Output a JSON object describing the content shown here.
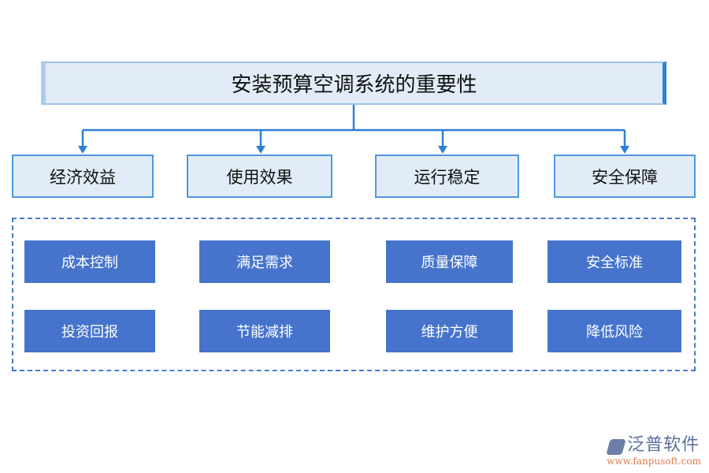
{
  "title": "安装预算空调系统的重要性",
  "categories": [
    {
      "label": "经济效益",
      "items": [
        "成本控制",
        "投资回报"
      ]
    },
    {
      "label": "使用效果",
      "items": [
        "满足需求",
        "节能减排"
      ]
    },
    {
      "label": "运行稳定",
      "items": [
        "质量保障",
        "维护方便"
      ]
    },
    {
      "label": "安全保障",
      "items": [
        "安全标准",
        "降低风险"
      ]
    }
  ],
  "watermark": {
    "brand": "泛普软件",
    "url": "www.fanpusoft.com"
  },
  "colors": {
    "header_fill": "#e2ecf8",
    "border": "#4d97e0",
    "item_fill": "#4674cc",
    "connector": "#2f7fd6"
  }
}
